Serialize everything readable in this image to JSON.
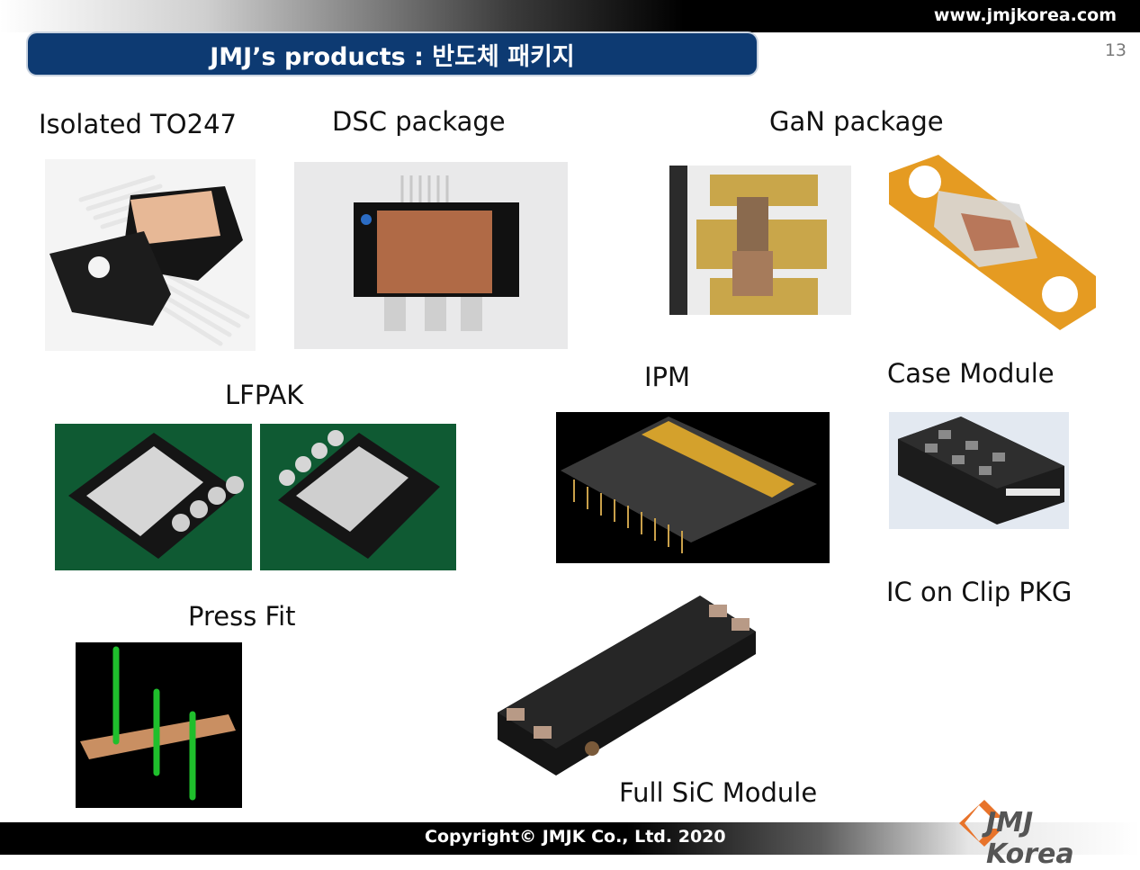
{
  "header": {
    "site_url": "www.jmjkorea.com",
    "title": "JMJ’s products : 반도체 패키지",
    "page_number": "13"
  },
  "products": {
    "isolated_to247": "Isolated TO247",
    "dsc_package": "DSC package",
    "gan_package": "GaN package",
    "lfpak": "LFPAK",
    "ipm": "IPM",
    "case_module": "Case Module",
    "ic_on_clip": "IC on Clip PKG",
    "press_fit": "Press Fit",
    "full_sic": "Full SiC Module"
  },
  "footer": {
    "copyright": "Copyright© JMJK Co., Ltd. 2020",
    "logo_text": "JMJ Korea"
  },
  "colors": {
    "banner": "#0d3a72",
    "logo_orange": "#e8732a"
  }
}
